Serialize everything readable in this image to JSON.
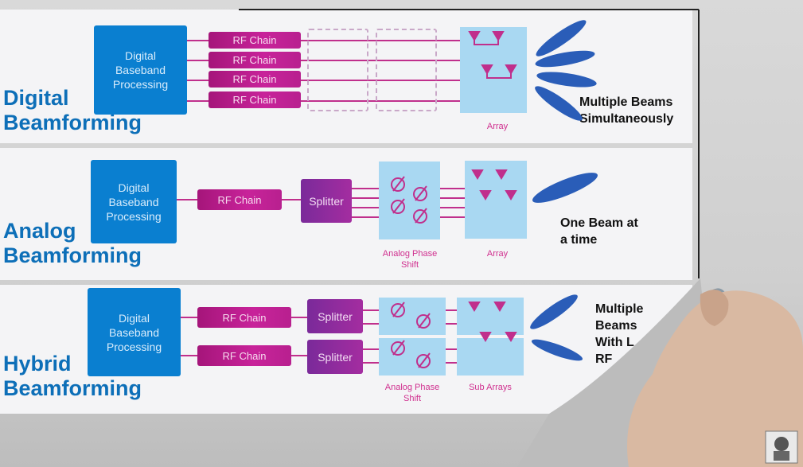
{
  "digital": {
    "title": "Digital\nBeamforming",
    "baseband": "Digital\nBaseband\nProcessing",
    "rf_chains": [
      "RF Chain",
      "RF Chain",
      "RF Chain",
      "RF Chain"
    ],
    "array_label": "Array",
    "note": "Multiple Beams\nSimultaneously"
  },
  "analog": {
    "title": "Analog\nBeamforming",
    "baseband": "Digital\nBaseband\nProcessing",
    "rf_chain": "RF Chain",
    "splitter": "Splitter",
    "phase_label": "Analog Phase\nShift",
    "array_label": "Array",
    "note": "One Beam at\na time"
  },
  "hybrid": {
    "title": "Hybrid\nBeamforming",
    "baseband": "Digital\nBaseband\nProcessing",
    "rf_chains": [
      "RF Chain",
      "RF Chain"
    ],
    "splitters": [
      "Splitter",
      "Splitter"
    ],
    "phase_label": "Analog Phase\nShift",
    "subarray_label": "Sub Arrays",
    "note": "Multiple\nBeams\nWith L\nRF"
  },
  "colors": {
    "blue": "#0a7fd0",
    "magenta": "#c8239a",
    "beam": "#2a5db8"
  }
}
